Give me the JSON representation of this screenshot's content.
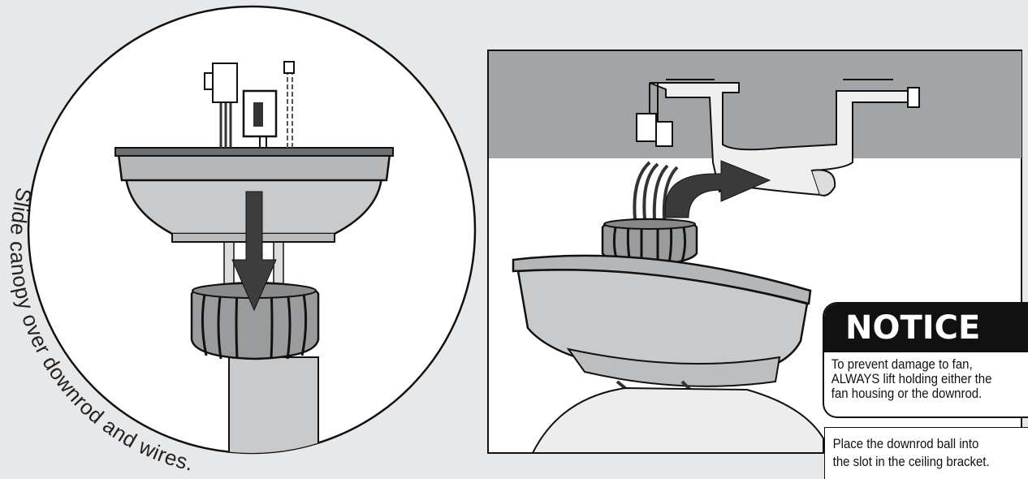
{
  "left_caption": "Slide canopy over downrod and wires.",
  "notice": {
    "heading": "NOTICE",
    "body": "To prevent damage to fan,\nALWAYS lift holding either the\nfan housing or the downrod."
  },
  "right_caption": "Place the downrod ball into\nthe slot in the ceiling bracket.",
  "colors": {
    "background": "#e7e8ea",
    "ceiling": "#a3a4a6",
    "canopy": "#c9cacc",
    "arrow": "#3a3a3a",
    "outline": "#111111"
  }
}
